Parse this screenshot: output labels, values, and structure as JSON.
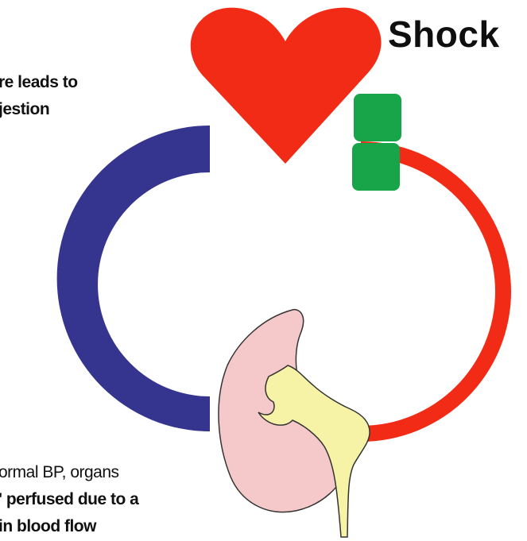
{
  "title": "Shock",
  "texts": {
    "top_left_line1": "re leads to",
    "top_left_line2": "jestion",
    "bottom_left_line1": "ormal BP, organs",
    "bottom_left_line2": "' perfused due to a",
    "bottom_left_line3": "in blood flow"
  },
  "colors": {
    "heart": "#f12b16",
    "artery": "#f12b16",
    "vein": "#35358f",
    "clamp": "#18a449",
    "kidney": "#f5c9c9",
    "ureter": "#f6f2a6",
    "outline": "#333333"
  },
  "icons": {
    "heart": "heart-icon",
    "kidney": "kidney-icon",
    "clamp": "clamp-icon"
  }
}
